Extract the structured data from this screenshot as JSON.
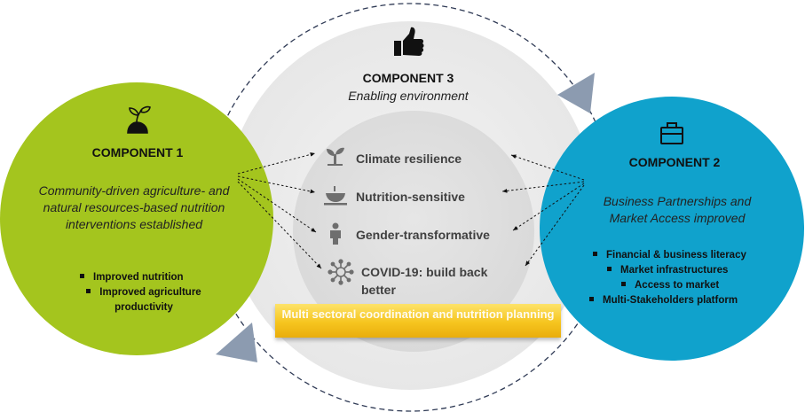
{
  "component3": {
    "title": "COMPONENT 3",
    "subtitle": "Enabling environment",
    "icon": "thumbs-up-icon"
  },
  "cross_cutting": [
    {
      "label": "Climate resilience",
      "icon": "sprout-icon"
    },
    {
      "label": "Nutrition-sensitive",
      "icon": "food-bowl-icon"
    },
    {
      "label": "Gender-transformative",
      "icon": "person-icon"
    },
    {
      "label": "COVID-19: build back better",
      "icon": "virus-icon"
    }
  ],
  "component1": {
    "title": "COMPONENT 1",
    "description": "Community-driven agriculture- and natural resources-based nutrition interventions established",
    "bullets": [
      "Improved nutrition",
      "Improved agriculture productivity"
    ],
    "icon": "plant-icon",
    "color": "#a4c51e"
  },
  "component2": {
    "title": "COMPONENT 2",
    "description": "Business Partnerships and Market Access improved",
    "bullets": [
      "Financial & business literacy",
      "Market infrastructures",
      "Access to market",
      "Multi-Stakeholders platform"
    ],
    "icon": "briefcase-icon",
    "color": "#10a2cc"
  },
  "coordination_bar": {
    "label": "Multi sectoral coordination and nutrition planning",
    "color": "#f6c51f"
  }
}
